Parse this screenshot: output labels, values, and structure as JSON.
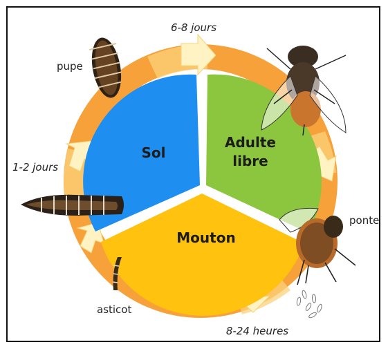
{
  "labels": {
    "top_duration": "6-8 jours",
    "left_duration": "1-2 jours",
    "bottom_duration": "8-24 heures",
    "pupe": "pupe",
    "ponte": "ponte",
    "asticot": "asticot"
  },
  "segments": {
    "sol": "Sol",
    "adulte_line1": "Adulte",
    "adulte_line2": "libre",
    "mouton": "Mouton"
  },
  "colors": {
    "ring": "#f7a13a",
    "sol": "#1e8ff0",
    "adulte": "#8cc63f",
    "mouton": "#ffc20e"
  }
}
